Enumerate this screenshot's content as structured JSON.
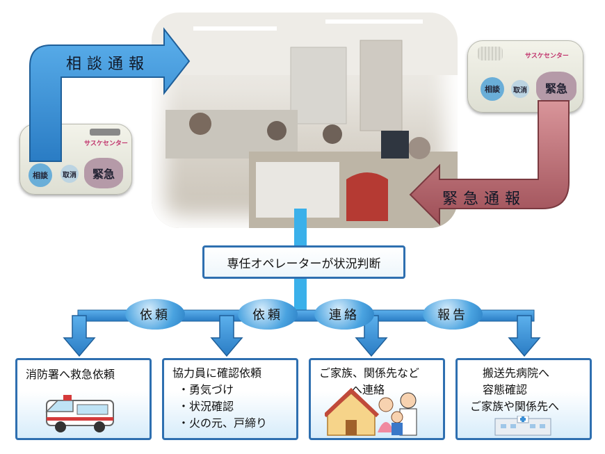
{
  "top": {
    "consult_arrow_label": "相談通報",
    "emergency_arrow_label": "緊急通報"
  },
  "devices": {
    "left": {
      "btn_consult": "相談",
      "btn_cancel": "取消",
      "btn_emergency": "緊急",
      "center_name": "サスケセンター"
    },
    "right": {
      "btn_consult": "相談",
      "btn_cancel": "取消",
      "btn_emergency": "緊急",
      "center_name": "サスケセンター"
    }
  },
  "operator_box": "専任オペレーターが状況判断",
  "action_labels": [
    "依頼",
    "依頼",
    "連絡",
    "報告"
  ],
  "destinations": [
    {
      "lines": [
        "消防署へ救急依頼"
      ],
      "icon": "ambulance-icon"
    },
    {
      "lines": [
        "協力員に確認依頼",
        "・勇気づけ",
        "・状況確認",
        "・火の元、戸締り"
      ],
      "icon": ""
    },
    {
      "lines": [
        "ご家族、関係先など",
        "へ連絡"
      ],
      "icon": "family-house-icon"
    },
    {
      "lines": [
        "搬送先病院へ",
        "容態確認",
        "ご家族や関係先へ"
      ],
      "icon": "hospital-icon"
    }
  ],
  "colors": {
    "arrow_blue": "#3a8fd6",
    "arrow_red": "#b4666c",
    "frame_blue": "#2e6fb0"
  }
}
